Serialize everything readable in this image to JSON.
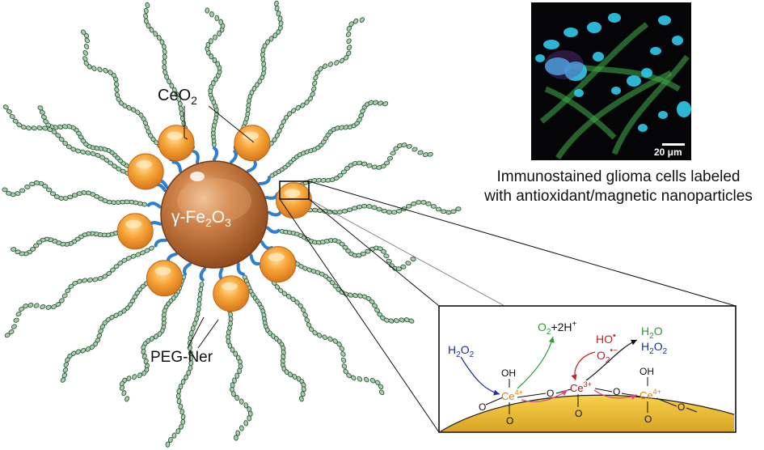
{
  "labels": {
    "ceo2": {
      "main": "CeO",
      "sub": "2"
    },
    "core": {
      "part1": "γ-Fe",
      "sub1": "2",
      "part2": "O",
      "sub2": "3"
    },
    "peg": "PEG-Ner"
  },
  "micrograph": {
    "scale_bar": "20 μm",
    "caption_line1": "Immunostained glioma cells labeled",
    "caption_line2": "with antioxidant/magnetic nanoparticles"
  },
  "reaction": {
    "h2o2_left": {
      "main": "H",
      "sub1": "2",
      "mid": "O",
      "sub2": "2"
    },
    "o2_2h": {
      "a": "O",
      "sub": "2",
      "b": "+2H",
      "sup": "+"
    },
    "ho_radical": {
      "text": "HO",
      "sup": "•"
    },
    "superoxide": {
      "text": "O",
      "sub": "2",
      "sup": "•−"
    },
    "h2o": {
      "a": "H",
      "sub": "2",
      "b": "O"
    },
    "h2o2_right": {
      "main": "H",
      "sub1": "2",
      "mid": "O",
      "sub2": "2"
    },
    "ce4_left": {
      "text": "Ce",
      "sup": "4+"
    },
    "ce3_mid": {
      "text": "Ce",
      "sup": "3+"
    },
    "ce4_right": {
      "text": "Ce",
      "sup": "4+"
    },
    "oh_left": "OH",
    "oh_right": "OH",
    "o_atom": "O"
  },
  "colors": {
    "core": "#b5672e",
    "ceo2": "#f39a2e",
    "linker": "#2f7fd0",
    "chain": "#a8cfae",
    "chain_outline": "#2f5a3a",
    "green": "#2e9a3a",
    "blue": "#1e2f9e",
    "red": "#c81e1e",
    "cerium": "#e07a16"
  }
}
